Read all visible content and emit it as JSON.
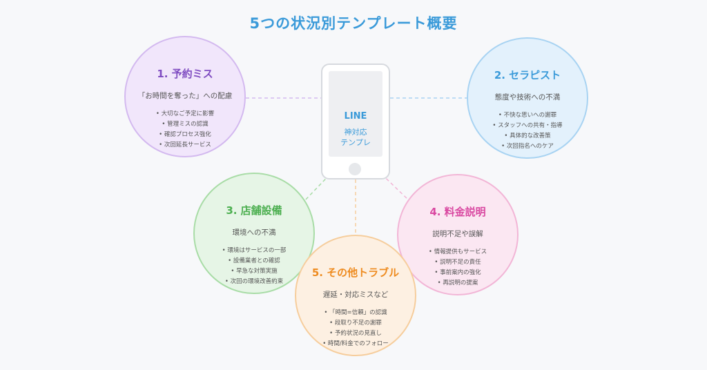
{
  "title": "5つの状況別テンプレート概要",
  "phone": {
    "line1": "LINE",
    "line2": "神対応",
    "line3": "テンプレ"
  },
  "colors": {
    "title": "#3a9ad9",
    "purple": "#7f4cc1",
    "blue": "#3a9ad9",
    "green": "#4caf50",
    "pink": "#d948a1",
    "orange": "#ee8b1f"
  },
  "circles": [
    {
      "title": "1. 予約ミス",
      "subtitle": "「お時間を奪った」への配慮",
      "items": [
        "• 大切なご予定に影響",
        "• 管理ミスの認識",
        "• 確認プロセス強化",
        "• 次回延長サービス"
      ]
    },
    {
      "title": "2. セラピスト",
      "subtitle": "態度や技術への不満",
      "items": [
        "• 不快な思いへの謝罪",
        "• スタッフへの共有・指導",
        "• 具体的な改善策",
        "• 次回指名へのケア"
      ]
    },
    {
      "title": "3. 店舗設備",
      "subtitle": "環境への不満",
      "items": [
        "• 環境はサービスの一部",
        "• 設備業者との確認",
        "• 早急な対策実施",
        "• 次回の環境改善約束"
      ]
    },
    {
      "title": "4. 料金説明",
      "subtitle": "説明不足や誤解",
      "items": [
        "• 情報提供もサービス",
        "• 説明不足の責任",
        "• 事前案内の強化",
        "• 再説明の提案"
      ]
    },
    {
      "title": "5. その他トラブル",
      "subtitle": "遅延・対応ミスなど",
      "items": [
        "• 「時間=信頼」の認識",
        "• 段取り不足の謝罪",
        "• 予約状況の見直し",
        "• 時間/料金でのフォロー"
      ]
    }
  ]
}
